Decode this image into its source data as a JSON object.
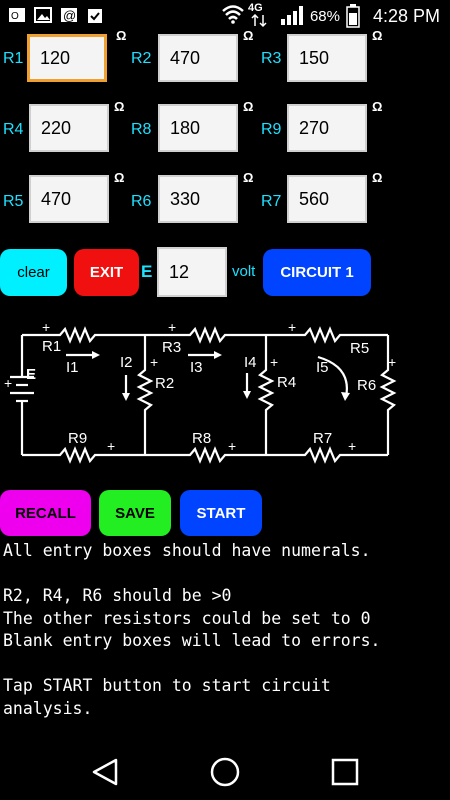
{
  "status": {
    "battery_percent": "68%",
    "time": "4:28 PM",
    "network": "4G"
  },
  "resistors": [
    {
      "label": "R1",
      "value": "120",
      "unit": "Ω"
    },
    {
      "label": "R2",
      "value": "470",
      "unit": "Ω"
    },
    {
      "label": "R3",
      "value": "150",
      "unit": "Ω"
    },
    {
      "label": "R4",
      "value": "220",
      "unit": "Ω"
    },
    {
      "label": "R8",
      "value": "180",
      "unit": "Ω"
    },
    {
      "label": "R9",
      "value": "270",
      "unit": "Ω"
    },
    {
      "label": "R5",
      "value": "470",
      "unit": "Ω"
    },
    {
      "label": "R6",
      "value": "330",
      "unit": "Ω"
    },
    {
      "label": "R7",
      "value": "560",
      "unit": "Ω"
    }
  ],
  "controls": {
    "clear_label": "clear",
    "exit_label": "EXIT",
    "e_label": "E",
    "e_value": "12",
    "volt_label": "volt",
    "circuit_label": "CIRCUIT 1"
  },
  "diagram": {
    "labels": {
      "E": "E",
      "R1": "R1",
      "R2": "R2",
      "R3": "R3",
      "R4": "R4",
      "R5": "R5",
      "R6": "R6",
      "R7": "R7",
      "R8": "R8",
      "R9": "R9",
      "I1": "I1",
      "I2": "I2",
      "I3": "I3",
      "I4": "I4",
      "I5": "I5"
    }
  },
  "actions": {
    "recall_label": "RECALL",
    "save_label": "SAVE",
    "start_label": "START"
  },
  "info_text": "All entry boxes should have numerals.\n\nR2, R4, R6 should be >0\nThe other resistors could be set to 0\nBlank entry boxes will lead to errors.\n\nTap START button to start circuit\nanalysis.",
  "colors": {
    "label_cyan": "#1ee0ff",
    "clear_bg": "#00f0ff",
    "exit_bg": "#f01010",
    "circuit_bg": "#0044ff",
    "recall_bg": "#ee00ee",
    "save_bg": "#22ee22",
    "start_bg": "#0044ff"
  }
}
